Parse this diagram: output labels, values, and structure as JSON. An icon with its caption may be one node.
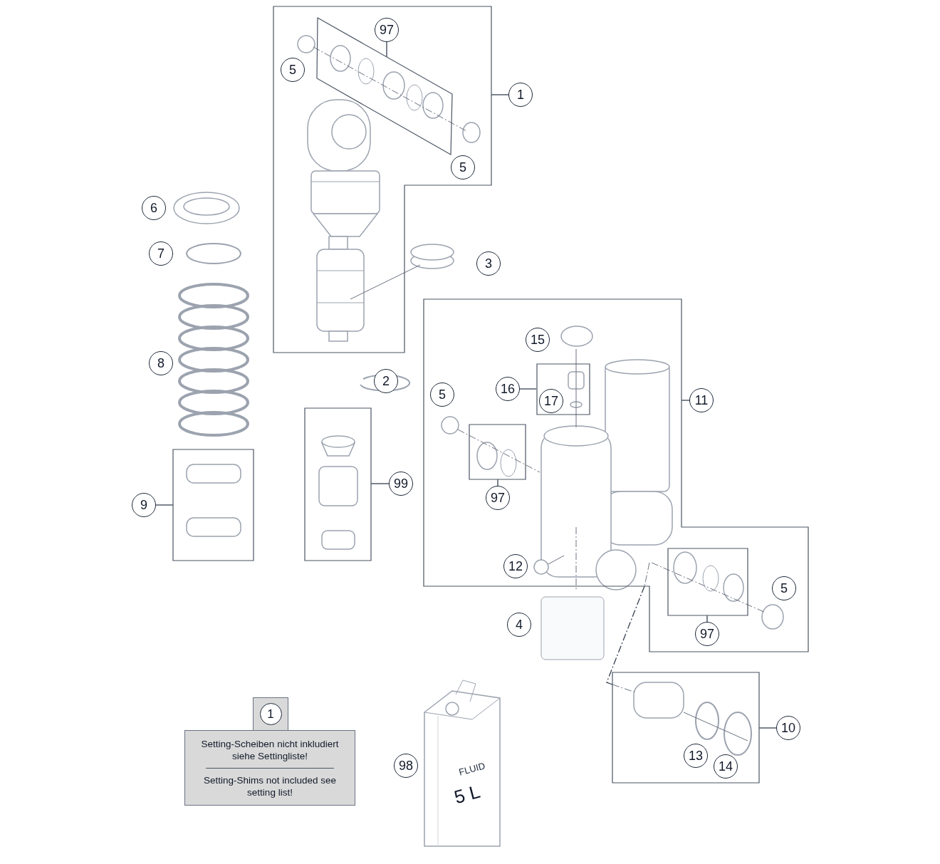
{
  "diagram": {
    "nodes": [
      {
        "text": [],
        "shape": "box"
      },
      {
        "text": [],
        "shape": "box",
        "in": 0
      },
      {
        "text": [
          "97"
        ],
        "in": 0
      },
      {
        "text": [
          "5"
        ],
        "in": 0
      },
      {
        "text": [
          "1"
        ]
      },
      {
        "text": [
          "5"
        ],
        "in": 0
      },
      {
        "text": [
          "6"
        ]
      },
      {
        "text": [
          "7"
        ]
      },
      {
        "text": [
          "3"
        ]
      },
      {
        "text": [],
        "shape": "box"
      },
      {
        "text": [
          "15"
        ],
        "in": 9
      },
      {
        "text": [],
        "shape": "box",
        "in": 9
      },
      {
        "text": [
          "16"
        ],
        "in": 9
      },
      {
        "text": [
          "17"
        ],
        "in": 11
      },
      {
        "text": [
          "8"
        ]
      },
      {
        "text": [
          "2"
        ]
      },
      {
        "text": [
          "5"
        ],
        "in": 9
      },
      {
        "text": [
          "11"
        ]
      },
      {
        "text": [],
        "shape": "box",
        "in": 9
      },
      {
        "text": [],
        "shape": "box"
      },
      {
        "text": [
          "9"
        ]
      },
      {
        "text": [
          "97"
        ],
        "in": 9
      },
      {
        "text": [],
        "shape": "box"
      },
      {
        "text": [
          "99"
        ]
      },
      {
        "text": [
          "12"
        ],
        "in": 9
      },
      {
        "text": [],
        "shape": "box",
        "in": 9
      },
      {
        "text": [
          "5"
        ],
        "in": 9
      },
      {
        "text": [
          "4"
        ]
      },
      {
        "text": [
          "97"
        ],
        "in": 9
      },
      {
        "text": [],
        "shape": "box"
      },
      {
        "text": [
          "13"
        ],
        "in": 29
      },
      {
        "text": [
          "14"
        ],
        "in": 29
      },
      {
        "text": [
          "10"
        ]
      },
      {
        "text": [
          "1"
        ]
      },
      {
        "text": [
          "Setting-Scheiben nicht inkludiert siehe Settingliste!",
          "Setting-Shims not included see setting list!"
        ]
      },
      {
        "text": [
          "98"
        ]
      }
    ],
    "edges": [
      {
        "from": 4,
        "to": 0,
        "arrow": "none"
      },
      {
        "from": 2,
        "to": 1,
        "arrow": "none"
      },
      {
        "from": 12,
        "to": 11,
        "arrow": "none"
      },
      {
        "from": 17,
        "to": 9,
        "arrow": "none"
      },
      {
        "from": 21,
        "to": 18,
        "arrow": "none"
      },
      {
        "from": 28,
        "to": 25,
        "arrow": "none"
      },
      {
        "from": 23,
        "to": 22,
        "arrow": "none"
      },
      {
        "from": 20,
        "to": 19,
        "arrow": "none"
      },
      {
        "from": 32,
        "to": 29,
        "arrow": "none"
      },
      {
        "from": 9,
        "to": 29,
        "arrow": "none",
        "style": "dashed"
      }
    ],
    "labels": [
      "FLUID",
      "5 L"
    ]
  }
}
